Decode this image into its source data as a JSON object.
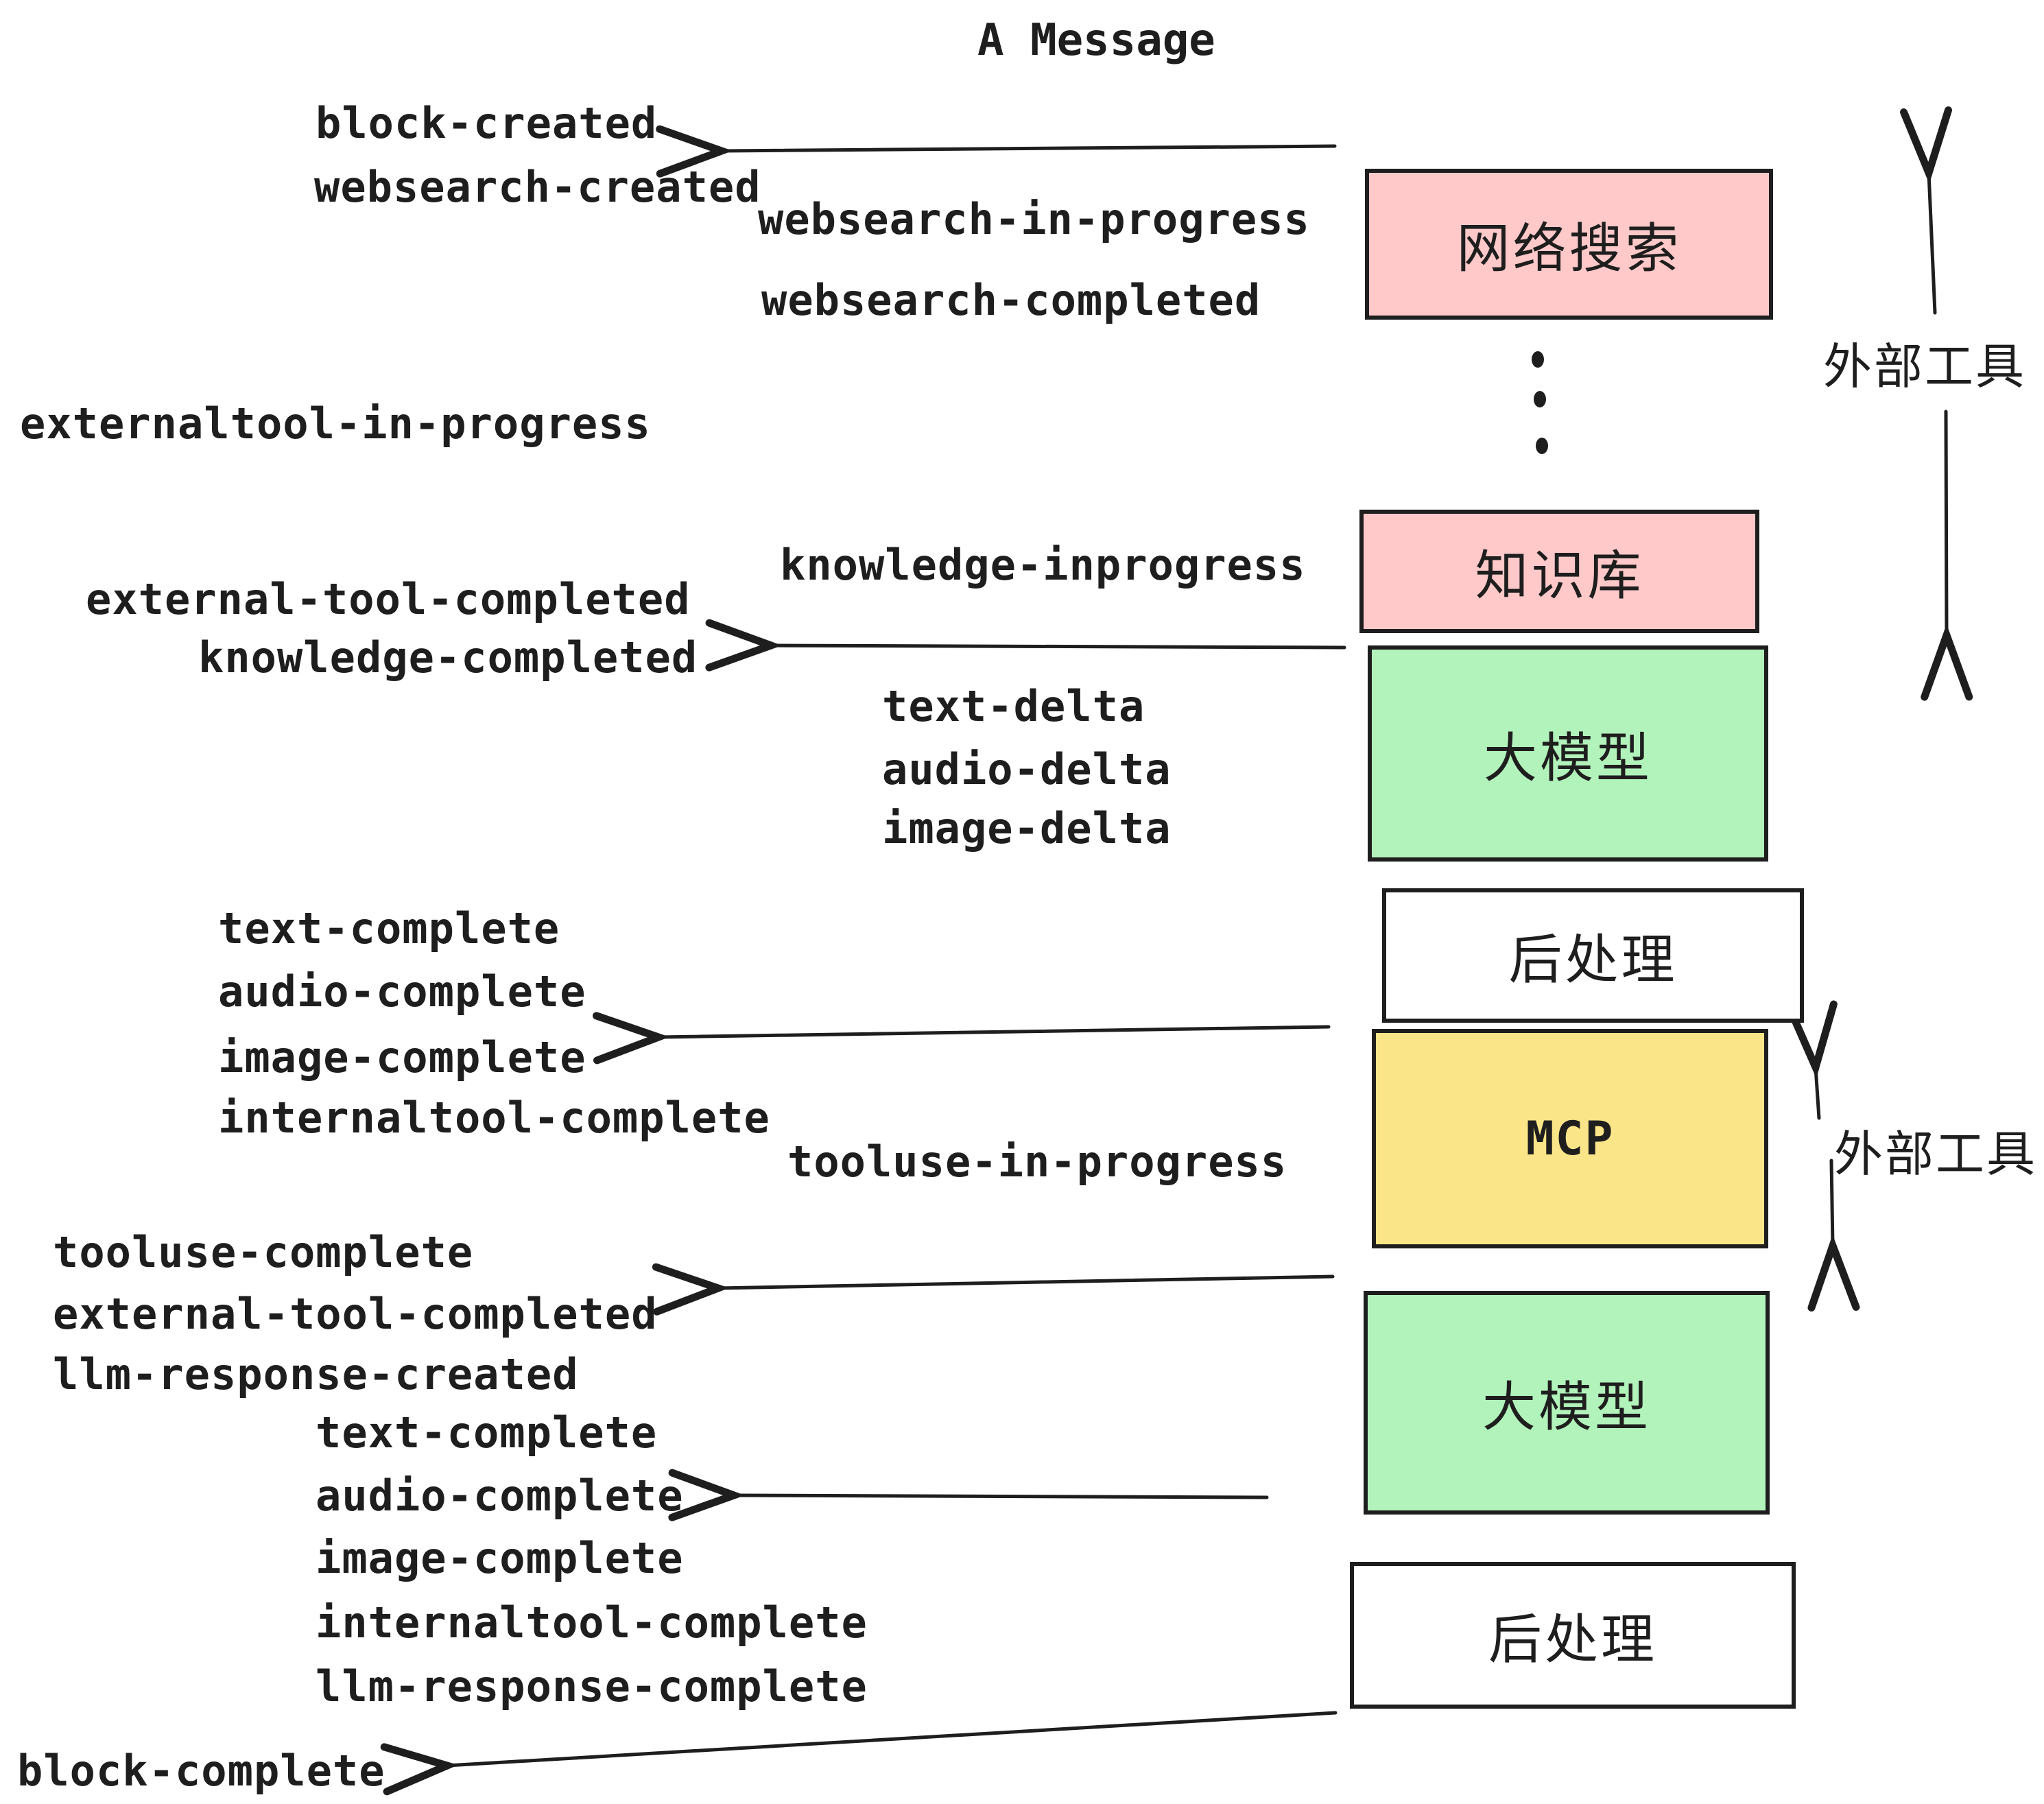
{
  "title": "A Message",
  "colors": {
    "ink": "#1e1e1e",
    "pink": "#ffc9c9",
    "green": "#b2f2bb",
    "yellow": "#fae588",
    "white": "#ffffff",
    "background": "#ffffff"
  },
  "boxes": [
    {
      "label": "网络搜索",
      "fill": "#ffc9c9"
    },
    {
      "label": "知识库",
      "fill": "#ffc9c9"
    },
    {
      "label": "大模型",
      "fill": "#b2f2bb"
    },
    {
      "label": "后处理",
      "fill": "#ffffff"
    },
    {
      "label": "MCP",
      "fill": "#fae588"
    },
    {
      "label": "大模型",
      "fill": "#b2f2bb"
    },
    {
      "label": "后处理",
      "fill": "#ffffff"
    }
  ],
  "side_labels": [
    {
      "text": "外部工具"
    },
    {
      "text": "外部工具"
    }
  ],
  "events": [
    {
      "text": "block-created"
    },
    {
      "text": "websearch-created"
    },
    {
      "text": "websearch-in-progress"
    },
    {
      "text": "websearch-completed"
    },
    {
      "text": "externaltool-in-progress"
    },
    {
      "text": "knowledge-inprogress"
    },
    {
      "text": "external-tool-completed"
    },
    {
      "text": "knowledge-completed"
    },
    {
      "text": "text-delta"
    },
    {
      "text": "audio-delta"
    },
    {
      "text": "image-delta"
    },
    {
      "text": "text-complete"
    },
    {
      "text": "audio-complete"
    },
    {
      "text": "image-complete"
    },
    {
      "text": "internaltool-complete"
    },
    {
      "text": "tooluse-in-progress"
    },
    {
      "text": "tooluse-complete"
    },
    {
      "text": "external-tool-completed"
    },
    {
      "text": "llm-response-created"
    },
    {
      "text": "text-complete"
    },
    {
      "text": "audio-complete"
    },
    {
      "text": "image-complete"
    },
    {
      "text": "internaltool-complete"
    },
    {
      "text": "llm-response-complete"
    },
    {
      "text": "block-complete"
    }
  ]
}
